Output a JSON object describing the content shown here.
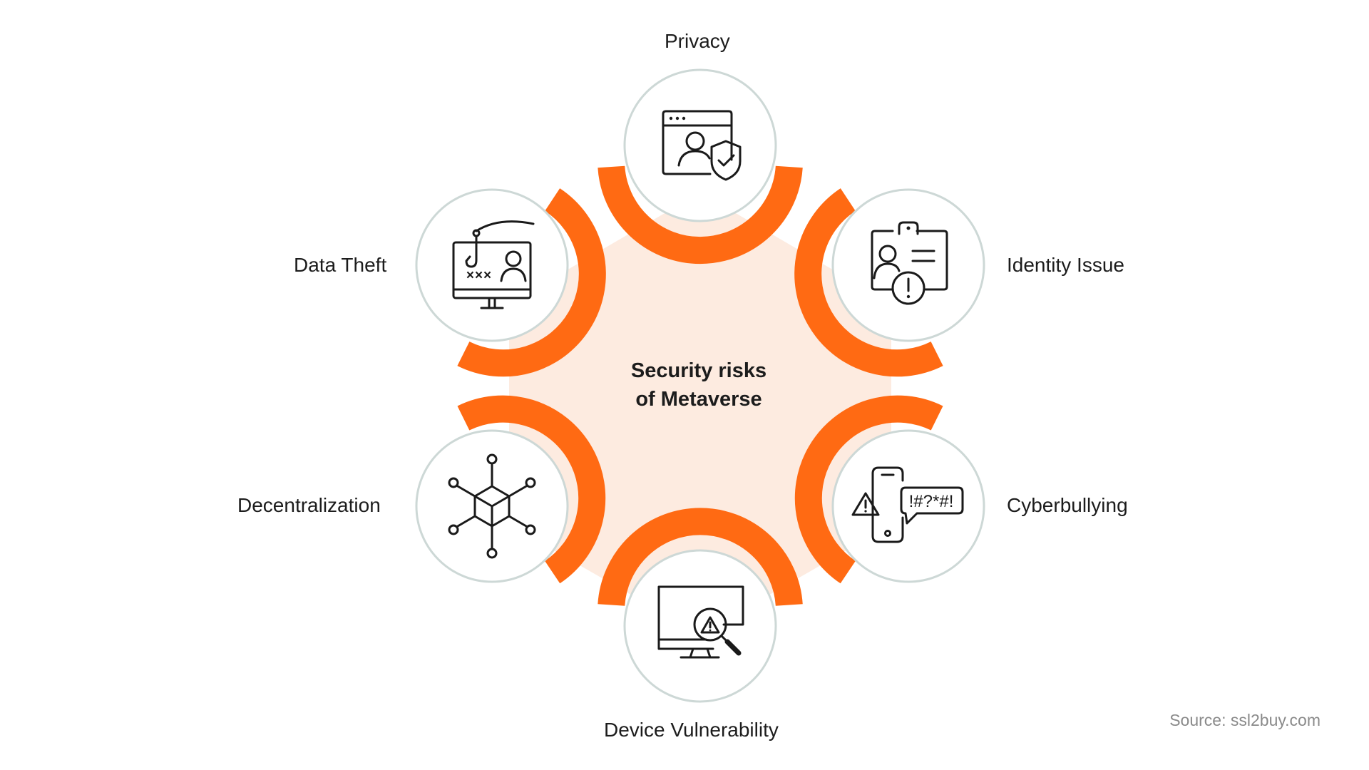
{
  "diagram": {
    "center_title_line1": "Security risks",
    "center_title_line2": "of Metaverse",
    "nodes": [
      {
        "label": "Privacy",
        "icon": "privacy-shield-icon"
      },
      {
        "label": "Identity Issue",
        "icon": "id-badge-alert-icon"
      },
      {
        "label": "Cyberbullying",
        "icon": "phone-warning-chat-icon"
      },
      {
        "label": "Device Vulnerability",
        "icon": "monitor-magnifier-warning-icon"
      },
      {
        "label": "Decentralization",
        "icon": "network-cube-icon"
      },
      {
        "label": "Data Theft",
        "icon": "monitor-phishing-hook-icon"
      }
    ]
  },
  "source": "Source: ssl2buy.com",
  "colors": {
    "accent": "#FF6A13",
    "hexagon_fill": "#FDEBE0",
    "circle_border": "#CDD8D6",
    "icon_stroke": "#1A1A1A"
  }
}
